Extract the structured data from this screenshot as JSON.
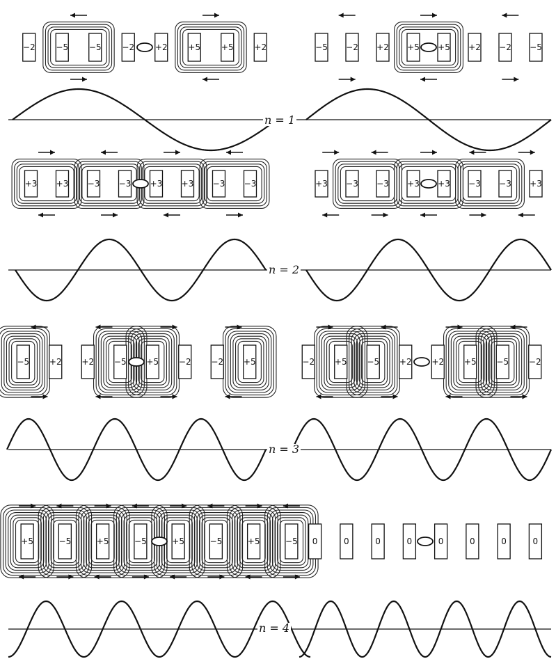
{
  "rows": [
    {
      "n_label": "n = 1",
      "left": {
        "cells": [
          -2,
          -5,
          -5,
          -2,
          2,
          5,
          5,
          2
        ],
        "groups": [
          [
            1,
            2
          ],
          [
            5,
            6
          ]
        ],
        "top_arrows": [
          "left",
          "right"
        ],
        "bottom_arrows": [
          "right",
          "left"
        ],
        "cycles": 1
      },
      "right": {
        "cells": [
          -5,
          -2,
          2,
          5,
          5,
          2,
          -2,
          -5
        ],
        "groups": [
          [
            3,
            4
          ]
        ],
        "top_arrows": [
          "left",
          "right",
          "left"
        ],
        "bottom_arrows": [
          "right",
          "left",
          "right"
        ],
        "cycles": 1
      }
    },
    {
      "n_label": "n = 2",
      "left": {
        "cells": [
          3,
          3,
          -3,
          -3,
          3,
          3,
          -3,
          -3
        ],
        "groups": [
          [
            0,
            1
          ],
          [
            2,
            3
          ],
          [
            4,
            5
          ],
          [
            6,
            7
          ]
        ],
        "top_arrows": [
          "right",
          "left",
          "right",
          "left"
        ],
        "bottom_arrows": [
          "left",
          "right",
          "left",
          "right"
        ],
        "cycles": 2
      },
      "right": {
        "cells": [
          3,
          -3,
          -3,
          3,
          3,
          -3,
          -3,
          3
        ],
        "groups": [
          [
            1,
            2
          ],
          [
            3,
            4
          ],
          [
            5,
            6
          ]
        ],
        "top_arrows": [
          "right",
          "left",
          "right",
          "left",
          "right"
        ],
        "bottom_arrows": [
          "left",
          "right",
          "left",
          "right",
          "left"
        ],
        "cycles": 2
      }
    },
    {
      "n_label": "n = 3",
      "left": {
        "cells": [
          -5,
          2,
          2,
          -5,
          5,
          -2,
          -2,
          5
        ],
        "groups": [
          [
            0
          ],
          [
            3
          ],
          [
            4
          ],
          [
            7
          ]
        ],
        "top_arrows": [
          "left",
          "left",
          "right",
          "right"
        ],
        "bottom_arrows": [
          "right",
          "left",
          "right",
          "left"
        ],
        "cycles": 3
      },
      "right": {
        "cells": [
          -2,
          5,
          -5,
          2,
          2,
          5,
          -5,
          -2
        ],
        "groups": [
          [
            1
          ],
          [
            2
          ],
          [
            5
          ],
          [
            6
          ]
        ],
        "top_arrows": [
          "right",
          "left",
          "right",
          "left"
        ],
        "bottom_arrows": [
          "left",
          "right",
          "left",
          "right"
        ],
        "cycles": 3
      }
    },
    {
      "n_label": "n = 4",
      "left": {
        "cells": [
          5,
          -5,
          5,
          -5,
          5,
          -5,
          5,
          -5
        ],
        "groups": [
          [
            0
          ],
          [
            1
          ],
          [
            2
          ],
          [
            3
          ],
          [
            4
          ],
          [
            5
          ],
          [
            6
          ],
          [
            7
          ]
        ],
        "top_arrows": [
          "right",
          "left",
          "right",
          "left",
          "right",
          "left",
          "right",
          "left"
        ],
        "bottom_arrows": [
          "left",
          "right",
          "left",
          "right",
          "left",
          "right",
          "left",
          "right"
        ],
        "cycles": 4
      },
      "right": {
        "cells": [
          0,
          0,
          0,
          0,
          0,
          0,
          0,
          0
        ],
        "groups": [],
        "top_arrows": [],
        "bottom_arrows": [],
        "cycles": 4
      }
    }
  ]
}
